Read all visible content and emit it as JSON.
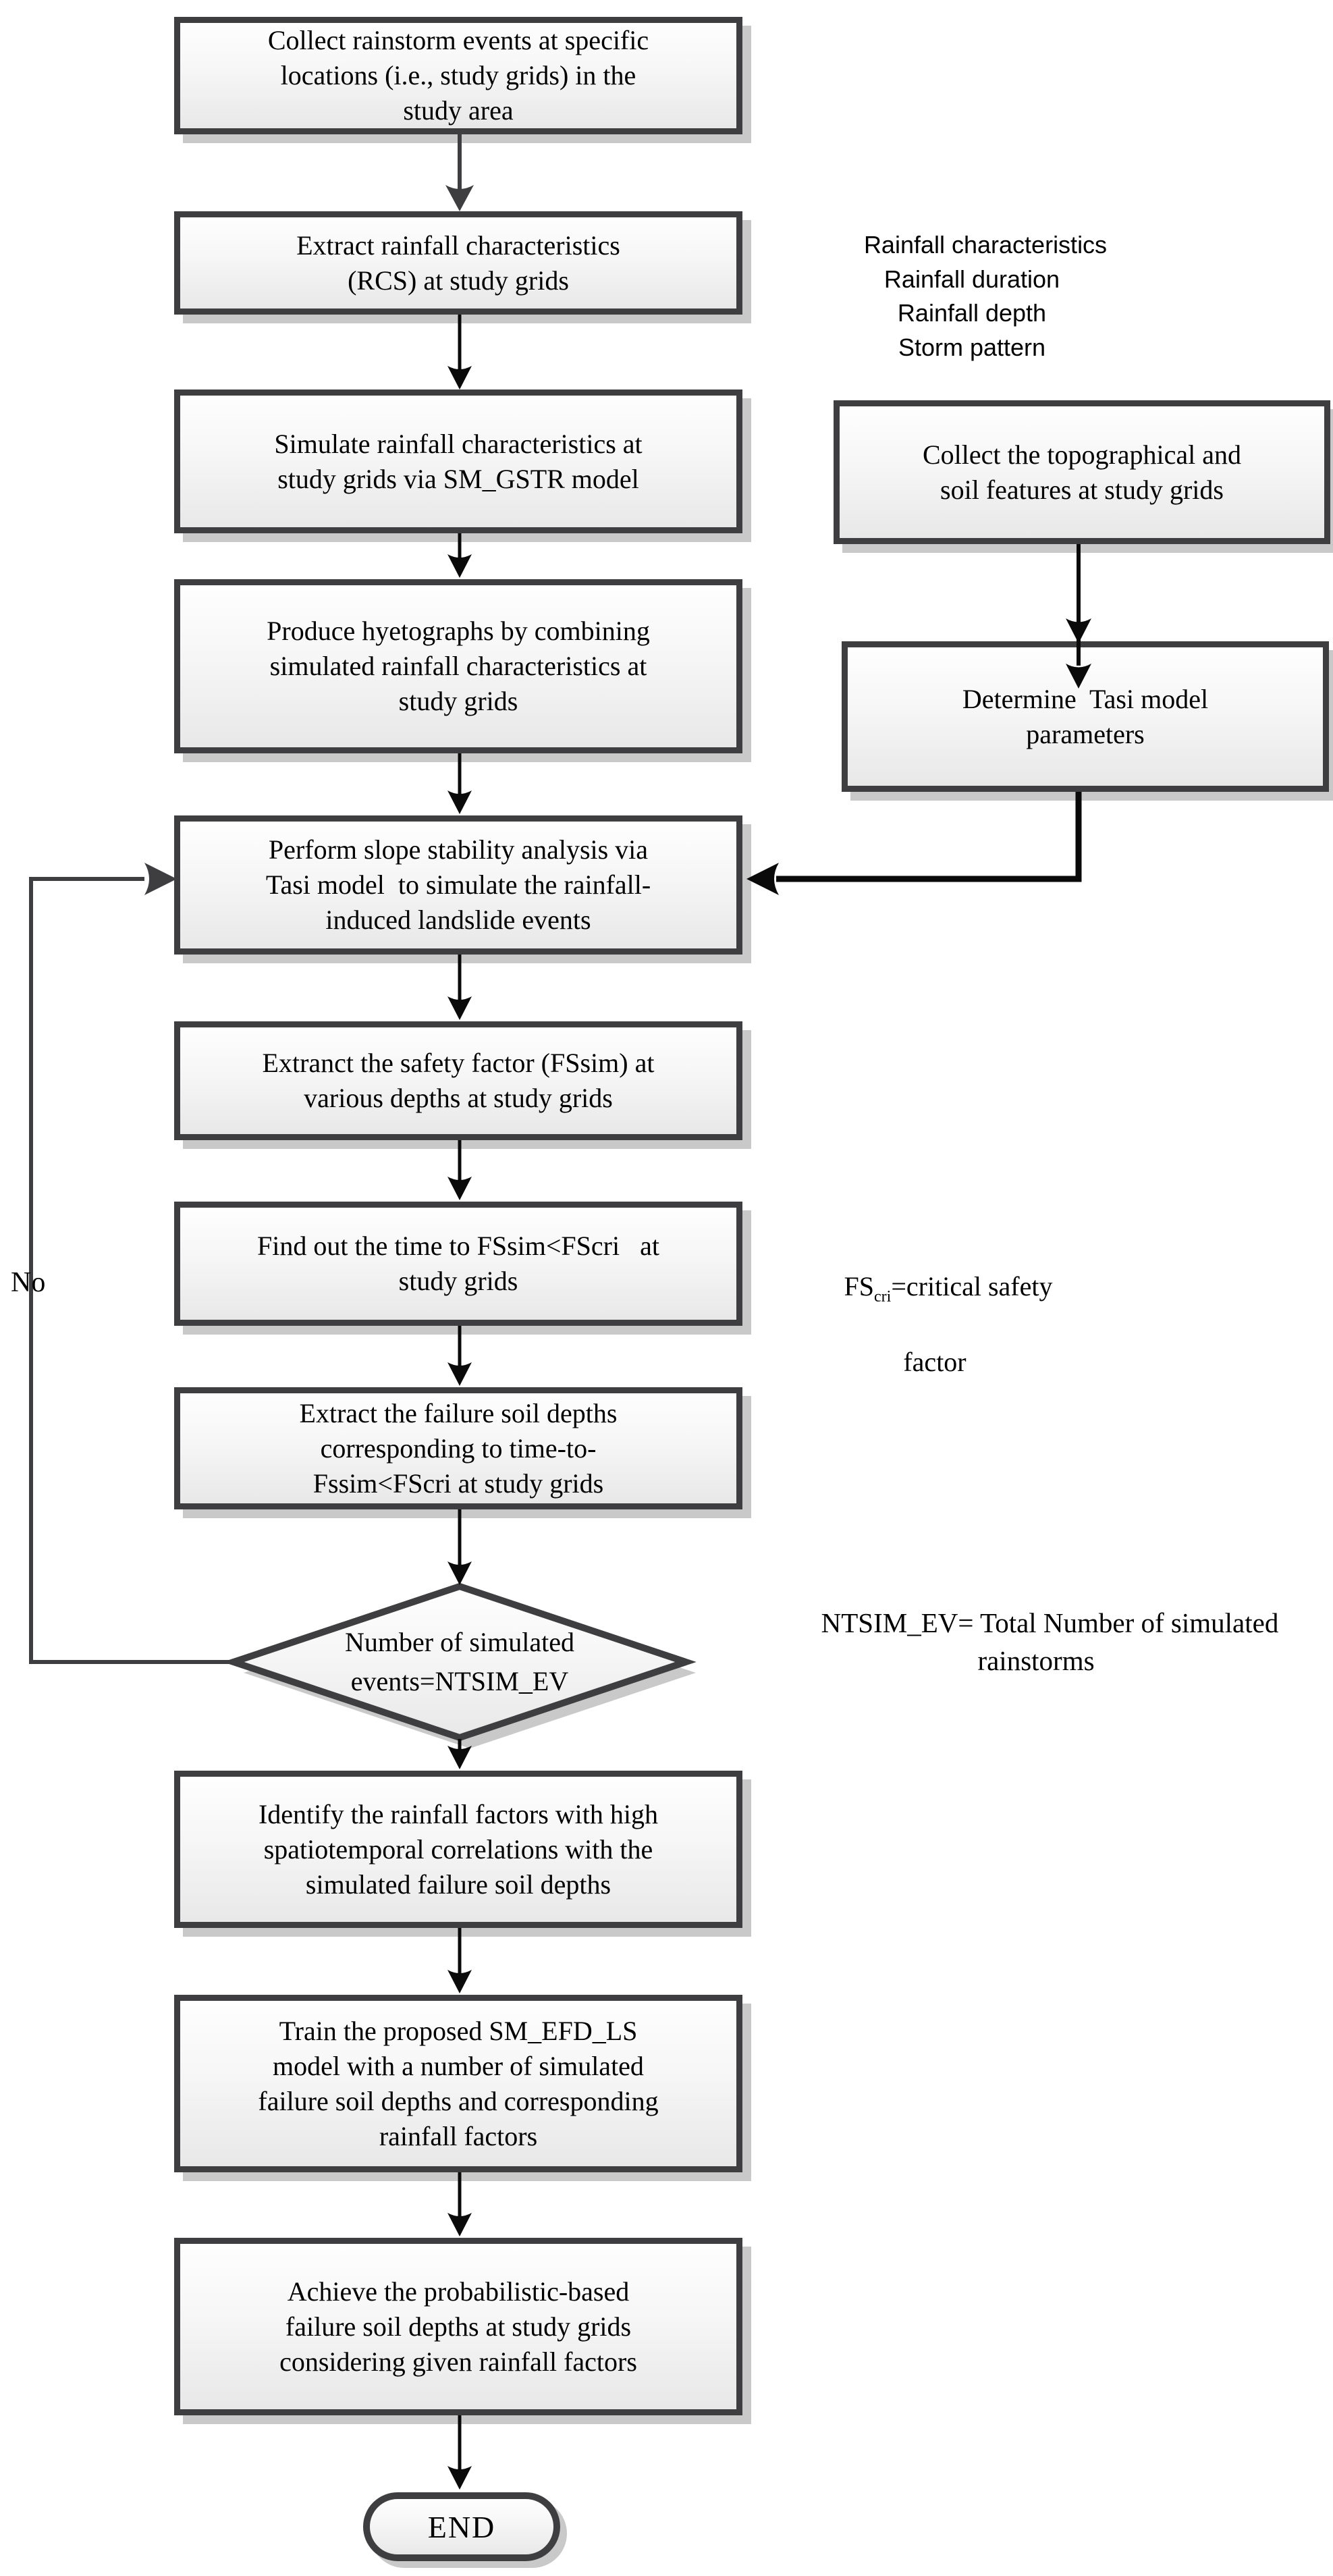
{
  "boxes": {
    "collect_rainstorm": {
      "text": "Collect rainstorm events at specific\nlocations (i.e., study grids) in the\nstudy area"
    },
    "extract_rcs": {
      "text": "Extract rainfall characteristics\n(RCS) at study grids"
    },
    "simulate_rcs": {
      "text": "Simulate rainfall characteristics at\nstudy grids via SM_GSTR model"
    },
    "produce_hyetographs": {
      "text": "Produce hyetographs by combining\nsimulated rainfall characteristics at\nstudy grids"
    },
    "perform_slope_stability": {
      "text": "Perform slope stability analysis via\nTasi model  to simulate the rainfall-\ninduced landslide events"
    },
    "extract_safety_factor": {
      "text": "Extranct the safety factor (FSsim) at\nvarious depths at study grids"
    },
    "find_time": {
      "text": "Find out the time to FSsim<FScri   at\nstudy grids"
    },
    "extract_failure_depths": {
      "text": "Extract the failure soil depths\ncorresponding to time-to-\nFssim<FScri at study grids"
    },
    "identify_rainfall_factors": {
      "text": "Identify the rainfall factors with high\nspatiotemporal correlations with the\nsimulated failure soil depths"
    },
    "train_model": {
      "text": "Train the proposed SM_EFD_LS\nmodel with a number of simulated\nfailure soil depths and corresponding\nrainfall factors"
    },
    "achieve_probabilistic": {
      "text": "Achieve the probabilistic-based\nfailure soil depths at study grids\nconsidering given rainfall factors"
    },
    "collect_topographical": {
      "text": "Collect the topographical and\nsoil features at study grids"
    },
    "determine_tasi": {
      "text": "Determine  Tasi model\nparameters"
    }
  },
  "decision": {
    "text": "Number of simulated\nevents=NTSIM_EV"
  },
  "terminator": {
    "text": "END"
  },
  "edge_labels": {
    "no": "No"
  },
  "annotations": {
    "rainfall_characteristics": {
      "text": "Rainfall characteristics\nRainfall duration\nRainfall depth\nStorm pattern"
    },
    "fs_cri": {
      "prefix": "FS",
      "subscript": "cri",
      "suffix": "=critical safety",
      "line2": "factor"
    },
    "ntsim_ev": {
      "text": "NTSIM_EV= Total Number of simulated\nrainstorms"
    }
  },
  "colors": {
    "box_border": "#3e3e40",
    "arrow_black": "#0a0a0a",
    "arrow_gray": "#3e3e40",
    "shadow": "#c9c9c9",
    "fill_top": "#fefefe",
    "fill_bottom": "#e8e8e8",
    "text": "#000000",
    "background": "#ffffff"
  }
}
